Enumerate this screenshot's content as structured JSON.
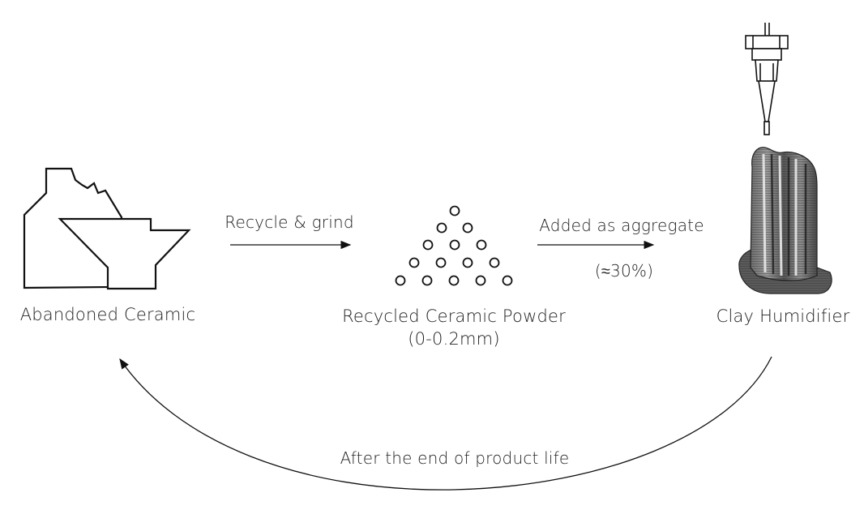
{
  "nodes": {
    "abandoned": {
      "label": "Abandoned Ceramic"
    },
    "powder": {
      "label": "Recycled Ceramic Powder",
      "sublabel": "(0-0.2mm)"
    },
    "humidifier": {
      "label": "Clay Humidifier"
    }
  },
  "edges": {
    "recycle": {
      "label": "Recycle & grind"
    },
    "aggregate": {
      "label": "Added as aggregate",
      "sublabel": "(≈30%)"
    },
    "loop": {
      "label": "After the end of product life"
    }
  },
  "colors": {
    "ink": "#111111",
    "text": "#222222"
  },
  "icons": {
    "abandoned": "broken-teapot-outline-icon",
    "powder": "circle-particles-pyramid-icon",
    "humidifier": "3d-printed-clay-vessel-icon"
  }
}
